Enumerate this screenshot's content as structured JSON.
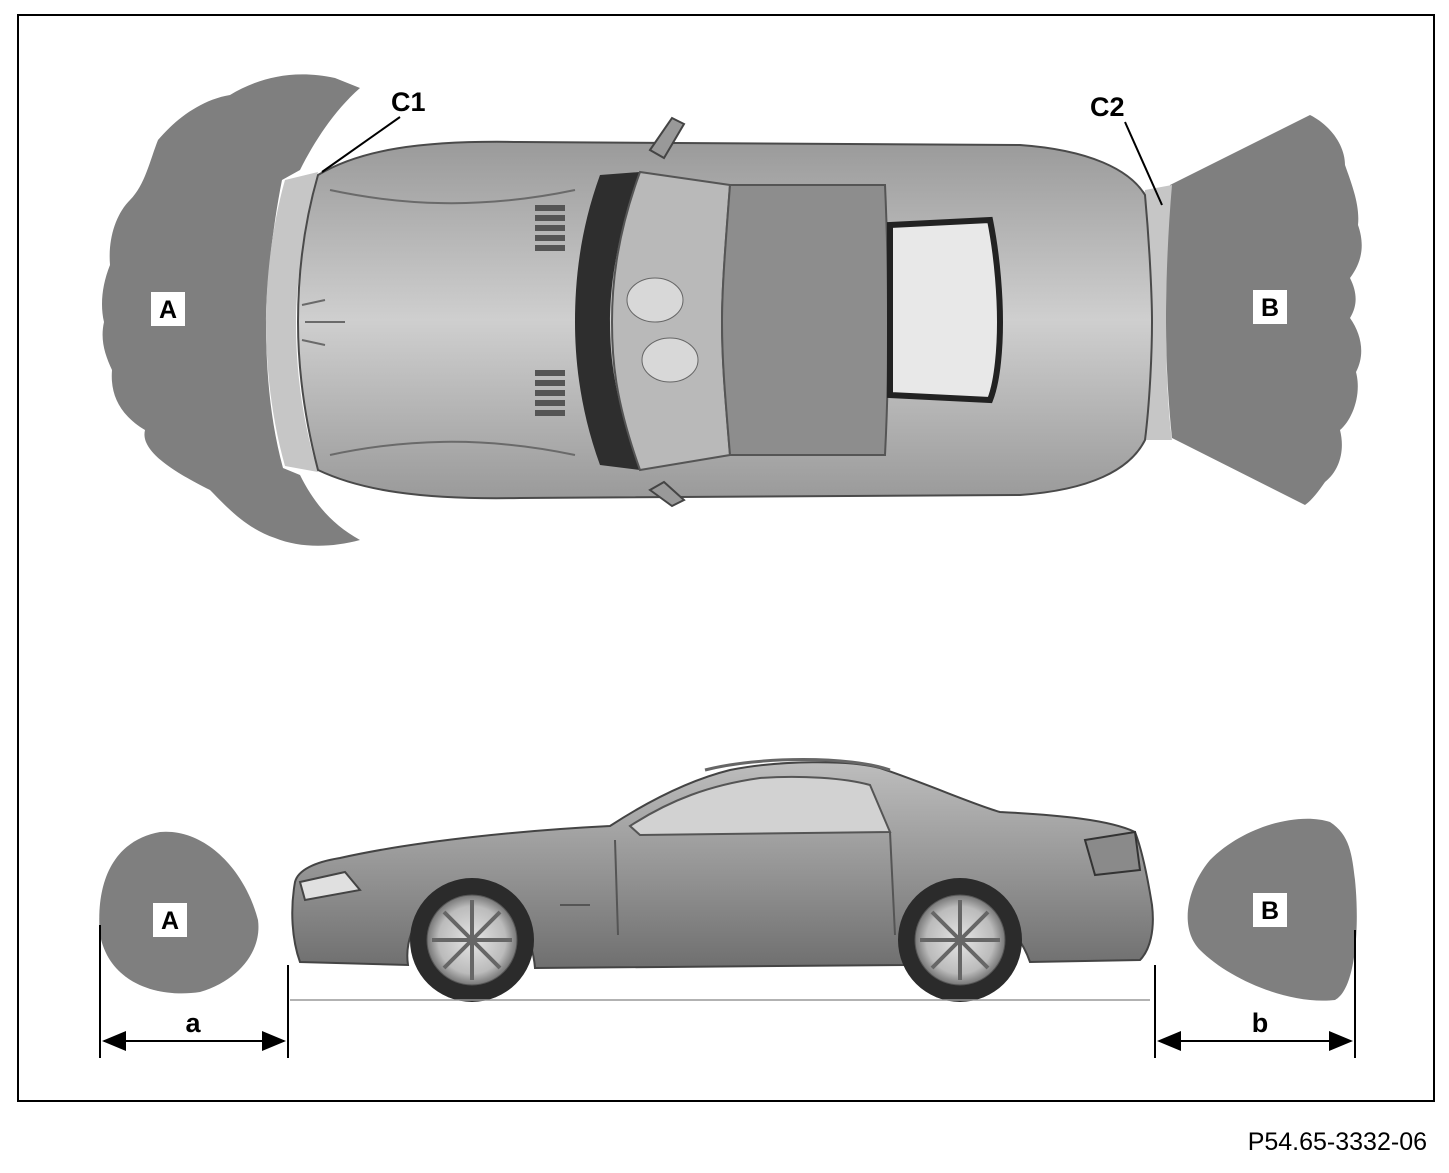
{
  "labels": {
    "zone_front_top": "A",
    "zone_rear_top": "B",
    "zone_front_side": "A",
    "zone_rear_side": "B",
    "sensor_front": "C1",
    "sensor_rear": "C2",
    "dimension_front": "a",
    "dimension_rear": "b"
  },
  "figure_code": "P54.65-3332-06",
  "colors": {
    "zone_fill": "#7f7f7f",
    "bumper_strip": "#c6c6c6",
    "car_body": "#a8a8a8",
    "frame": "#000000"
  }
}
